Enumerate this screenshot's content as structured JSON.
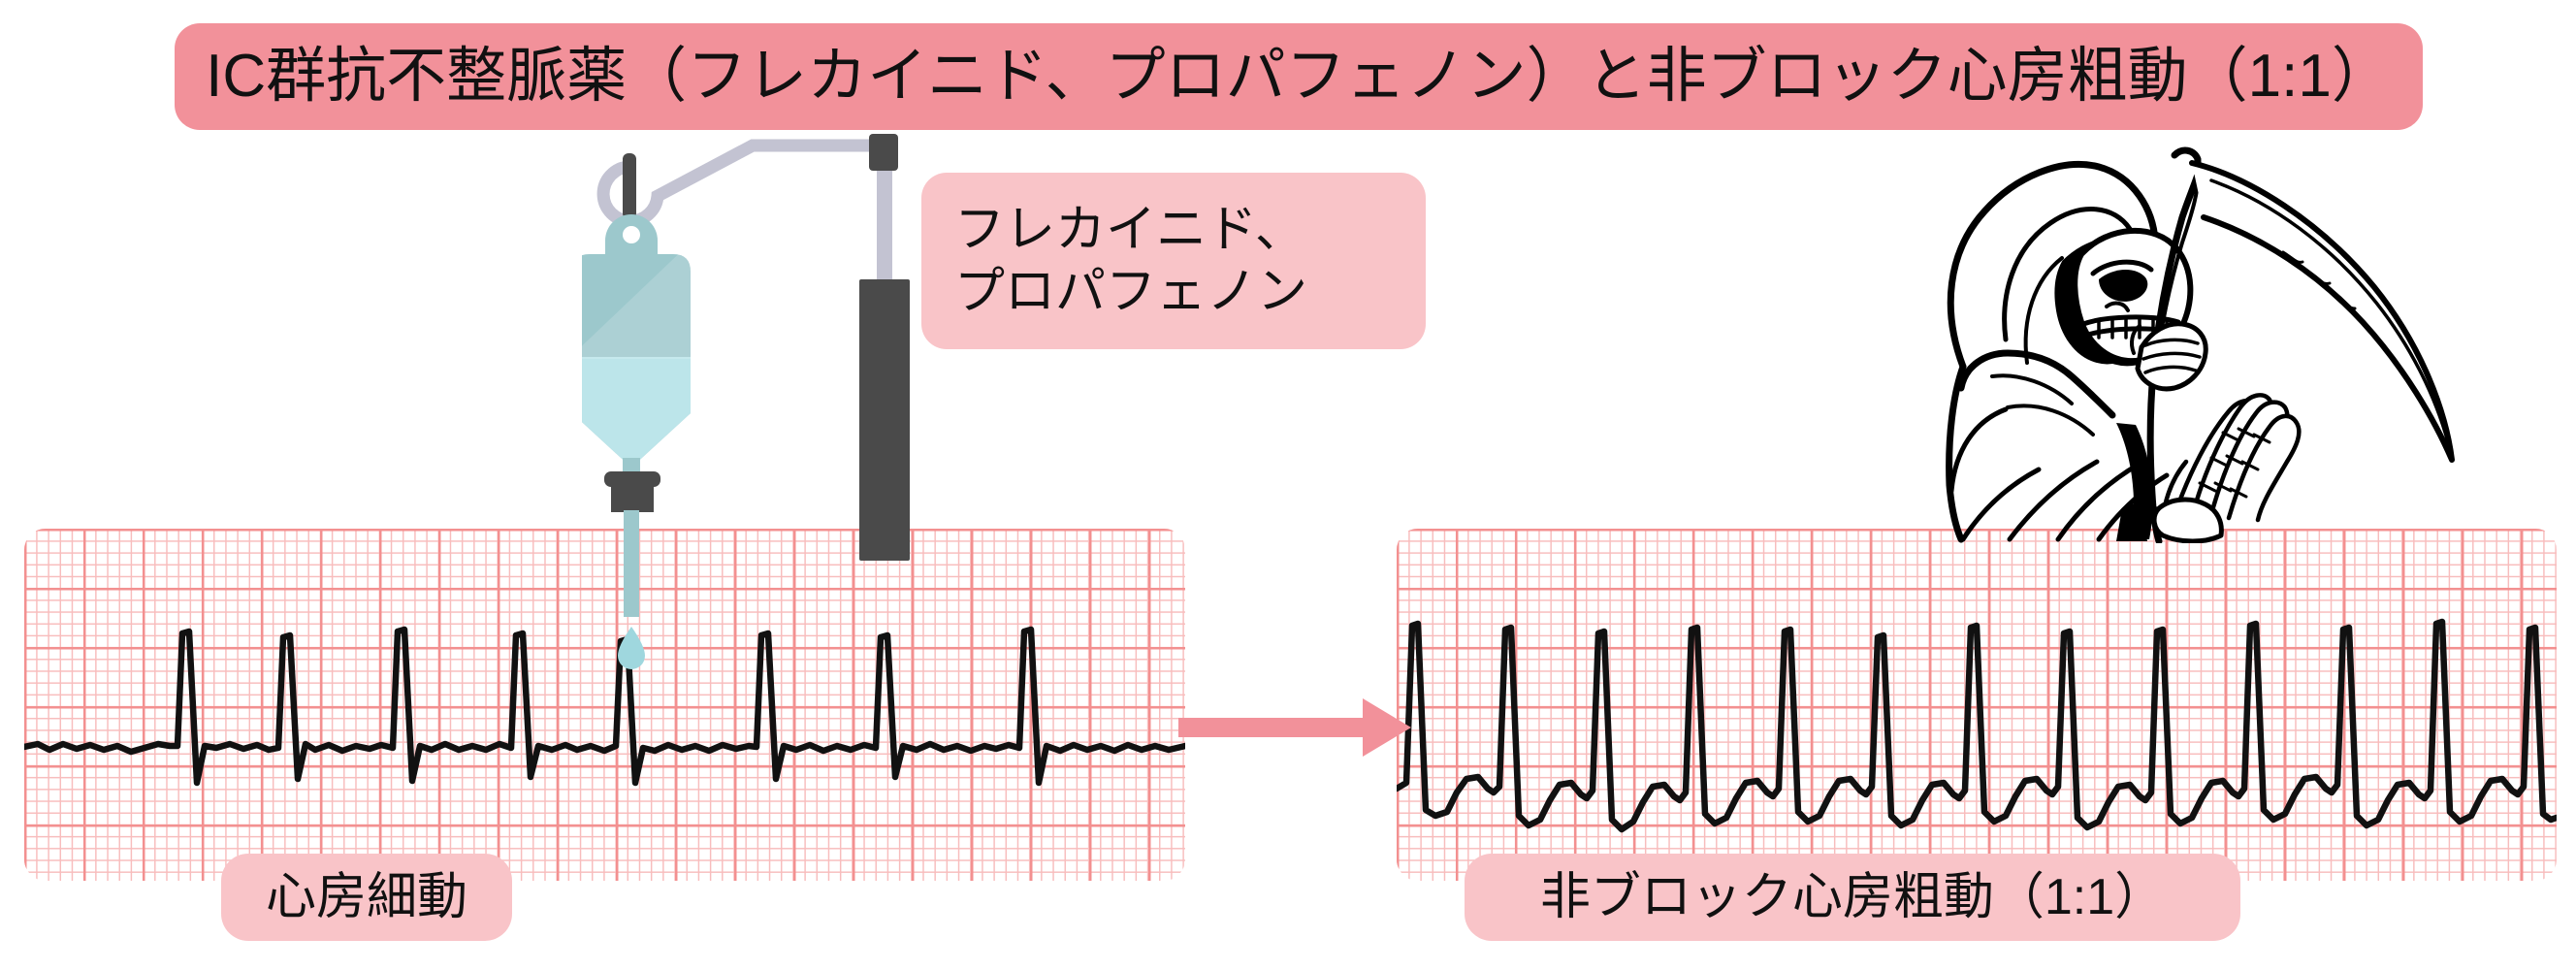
{
  "title": {
    "text": "IC群抗不整脈薬（フレカイニド、プロパフェノン）と非ブロック心房粗動（1:1）",
    "background_color": "#F2919A",
    "text_color": "#111111"
  },
  "callout": {
    "name": "drug-callout",
    "line1": "フレカイニド、",
    "line2": "プロパフェノン",
    "background_color": "#F9C4C8"
  },
  "labels": {
    "left_rhythm": "心房細動",
    "right_rhythm": "非ブロック心房粗動（1:1）",
    "background_color": "#F9C4C8"
  },
  "icons": {
    "iv_bag": "iv-drip-bag-icon",
    "iv_hook": "iv-hook-icon",
    "iv_droplet": "droplet-icon",
    "syringe_pump": "syringe-pump-icon",
    "reaper": "grim-reaper-icon",
    "arrow": "right-arrow-icon"
  },
  "colors": {
    "banner_pink": "#F2919A",
    "pill_pink": "#F9C4C8",
    "arrow_pink": "#F2919A",
    "grid_major": "#F39090",
    "grid_minor": "#F8BDBD",
    "trace_black": "#111111",
    "iv_bag_body": "#9CC8CC",
    "iv_bag_fluid": "#BCE5EA",
    "pole_gray": "#C3C3D2",
    "connector_dark": "#4A4A4A"
  },
  "chart_data": [
    {
      "type": "line",
      "name": "ecg-left",
      "title": "心房細動",
      "xlabel": "",
      "ylabel": "",
      "grid": true,
      "description": "Atrial fibrillation: irregularly irregular narrow QRS complexes, absent P waves, fibrillatory baseline",
      "beat_x_positions": [
        85,
        158,
        230,
        335,
        412,
        490,
        590,
        665
      ],
      "r_wave_amplitude": 1.0,
      "baseline_y": 0
    },
    {
      "type": "line",
      "name": "ecg-right",
      "title": "非ブロック心房粗動（1:1）",
      "xlabel": "",
      "ylabel": "",
      "grid": true,
      "description": "1:1 atrial flutter: rapid regular wide/narrow complexes at high rate with undulating flutter baseline",
      "beat_x_positions": [
        20,
        105,
        190,
        275,
        360,
        445,
        530,
        615,
        700,
        785,
        870,
        955,
        1040,
        1125
      ],
      "r_wave_amplitude": 1.0,
      "baseline_y": 0
    }
  ]
}
